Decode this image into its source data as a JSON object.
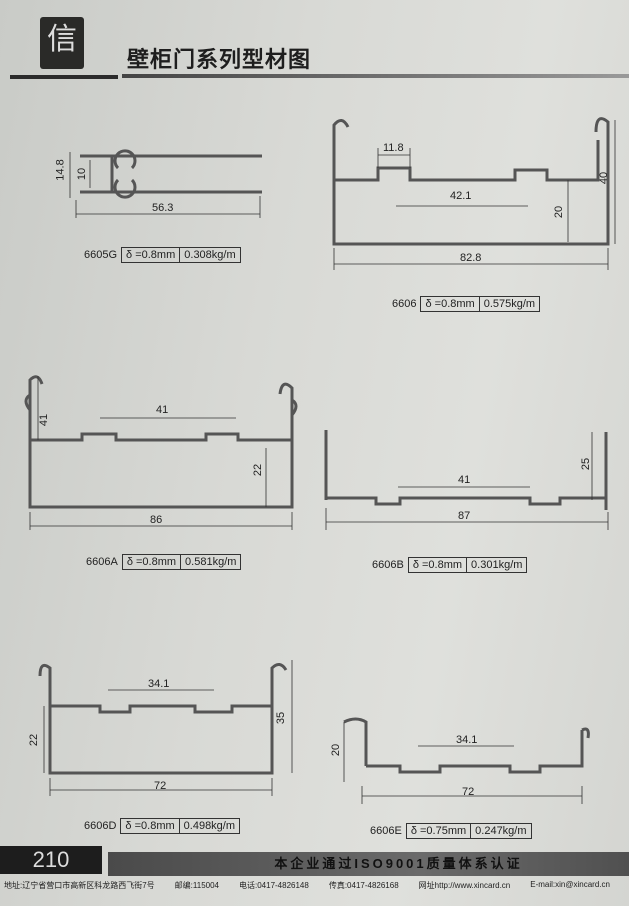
{
  "header": {
    "seal_char": "信",
    "title": "壁柜门系列型材图"
  },
  "profiles": [
    {
      "code": "6605G",
      "thickness": "δ =0.8mm",
      "weight": "0.308kg/m",
      "dims": [
        "14.8",
        "10",
        "56.3"
      ]
    },
    {
      "code": "6606",
      "thickness": "δ =0.8mm",
      "weight": "0.575kg/m",
      "dims": [
        "11.8",
        "42.1",
        "20",
        "40",
        "82.8"
      ]
    },
    {
      "code": "6606A",
      "thickness": "δ =0.8mm",
      "weight": "0.581kg/m",
      "dims": [
        "41",
        "41",
        "22",
        "86"
      ]
    },
    {
      "code": "6606B",
      "thickness": "δ =0.8mm",
      "weight": "0.301kg/m",
      "dims": [
        "25",
        "41",
        "87"
      ]
    },
    {
      "code": "6606D",
      "thickness": "δ =0.8mm",
      "weight": "0.498kg/m",
      "dims": [
        "34.1",
        "35",
        "22",
        "72"
      ]
    },
    {
      "code": "6606E",
      "thickness": "δ =0.75mm",
      "weight": "0.247kg/m",
      "dims": [
        "20",
        "34.1",
        "72"
      ]
    }
  ],
  "footer": {
    "page_number": "210",
    "slogan": "本企业通过ISO9001质量体系认证",
    "address": "地址:辽宁省营口市高新区科龙路西飞街7号",
    "postcode": "邮编:115004",
    "phone": "电话:0417-4826148",
    "fax": "传真:0417-4826168",
    "website": "网址http://www.xincard.cn",
    "email": "E-mail:xin@xincard.cn"
  }
}
